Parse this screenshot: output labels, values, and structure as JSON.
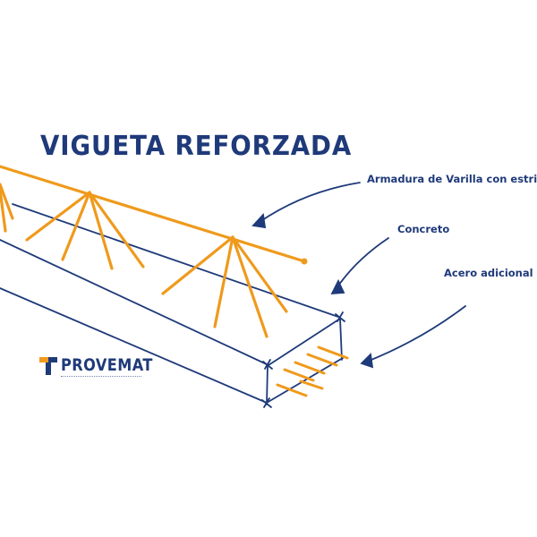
{
  "title": "VIGUETA REFORZADA",
  "labels": {
    "armadura": "Armadura de Varilla con estribos",
    "concreto": "Concreto",
    "acero": "Acero adicional"
  },
  "logo": {
    "name": "PROVEMAT",
    "icon": "provemat-logo-icon"
  },
  "colors": {
    "ink": "#1f3a7a",
    "rebar": "#ef9a1c"
  }
}
